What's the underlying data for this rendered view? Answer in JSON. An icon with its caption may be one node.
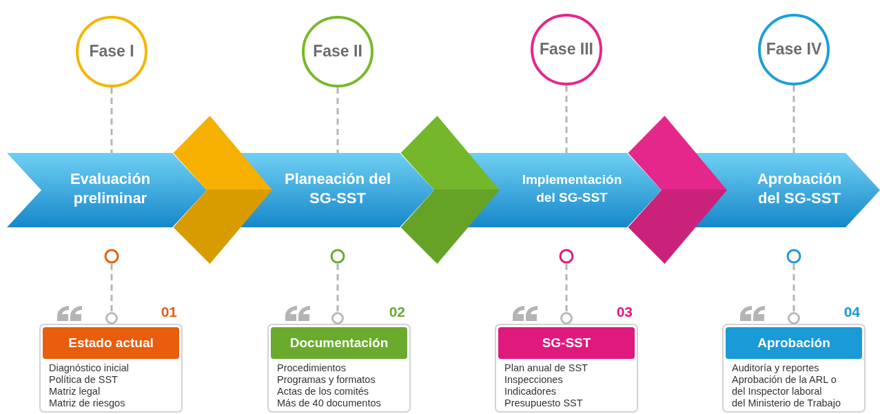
{
  "diagram": {
    "nodes": [
      {
        "text": [
          "Fase I"
        ]
      },
      {
        "text": [
          "Fase II"
        ]
      },
      {
        "text": [
          "Fase III"
        ]
      },
      {
        "text": [
          "Fase IV"
        ]
      },
      {
        "text": [
          "Evaluación preliminar"
        ]
      },
      {
        "text": [
          "Planeación del SG-SST"
        ]
      },
      {
        "text": [
          "Implementación del SG-SST"
        ]
      },
      {
        "text": [
          "Aprobación del SG-SST"
        ]
      },
      {
        "text": [],
        "shape": "circle"
      },
      {
        "text": [],
        "shape": "circle"
      },
      {
        "text": [],
        "shape": "circle"
      },
      {
        "text": [],
        "shape": "circle"
      },
      {
        "text": [
          "Estado actual",
          "Diagnóstico inicial",
          "Política de SST",
          "Matriz legal",
          "Matriz de riesgos"
        ],
        "beside": [
          "01"
        ]
      },
      {
        "text": [
          "Documentación",
          "Procedimientos",
          "Programas y formatos",
          "Actas de los comités",
          "Más de 40 documentos"
        ],
        "beside": [
          "02"
        ]
      },
      {
        "text": [
          "SG-SST",
          "Plan anual de SST",
          "Inspecciones",
          "Indicadores",
          "Presupuesto SST"
        ],
        "beside": [
          "03"
        ]
      },
      {
        "text": [
          "Aprobación",
          "Auditoría y reportes",
          "Aprobación de la ARL o",
          "del Inspector laboral",
          "del Ministerio de Trabajo"
        ],
        "beside": [
          "04"
        ]
      }
    ],
    "edges": [
      {
        "from": 0,
        "to": 4,
        "arrow": "none",
        "style": "dashed"
      },
      {
        "from": 1,
        "to": 5,
        "arrow": "none",
        "style": "dashed"
      },
      {
        "from": 2,
        "to": 6,
        "arrow": "none",
        "style": "dashed"
      },
      {
        "from": 3,
        "to": 7,
        "arrow": "none",
        "style": "dashed"
      },
      {
        "from": 4,
        "to": 5,
        "arrow": "to",
        "style": "thick",
        "color": "#f5b000"
      },
      {
        "from": 5,
        "to": 6,
        "arrow": "to",
        "style": "thick",
        "color": "#74b72b"
      },
      {
        "from": 6,
        "to": 7,
        "arrow": "to",
        "style": "thick",
        "color": "#e5268a"
      },
      {
        "from": 8,
        "to": 12,
        "arrow": "none",
        "style": "dashed"
      },
      {
        "from": 9,
        "to": 13,
        "arrow": "none",
        "style": "dashed"
      },
      {
        "from": 10,
        "to": 14,
        "arrow": "none",
        "style": "dashed"
      },
      {
        "from": 11,
        "to": 15,
        "arrow": "none",
        "style": "dashed"
      }
    ]
  }
}
